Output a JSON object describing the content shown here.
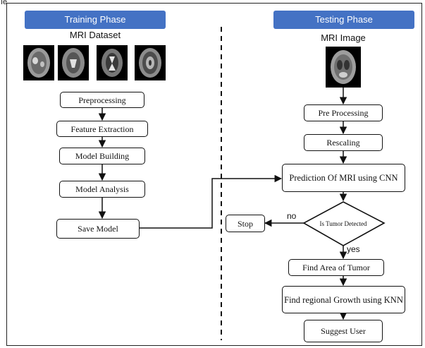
{
  "corner_label": "ıe",
  "training": {
    "phase_label": "Training Phase",
    "dataset_label": "MRI Dataset",
    "steps": {
      "preprocessing": "Preprocessing",
      "feature_extraction": "Feature Extraction",
      "model_building": "Model Building",
      "model_analysis": "Model Analysis",
      "save_model": "Save Model"
    }
  },
  "testing": {
    "phase_label": "Testing Phase",
    "image_label": "MRI Image",
    "steps": {
      "pre_processing": "Pre Processing",
      "rescaling": "Rescaling",
      "prediction": "Prediction Of MRI using CNN",
      "decision": "Is Tumor Detected",
      "stop": "Stop",
      "find_area": "Find Area of Tumor",
      "regional_growth": "Find regional Growth using KNN",
      "suggest_user": "Suggest User"
    },
    "branch_no": "no",
    "branch_yes": "yes"
  },
  "colors": {
    "phase_header": "#4472c4",
    "stroke": "#111111"
  }
}
